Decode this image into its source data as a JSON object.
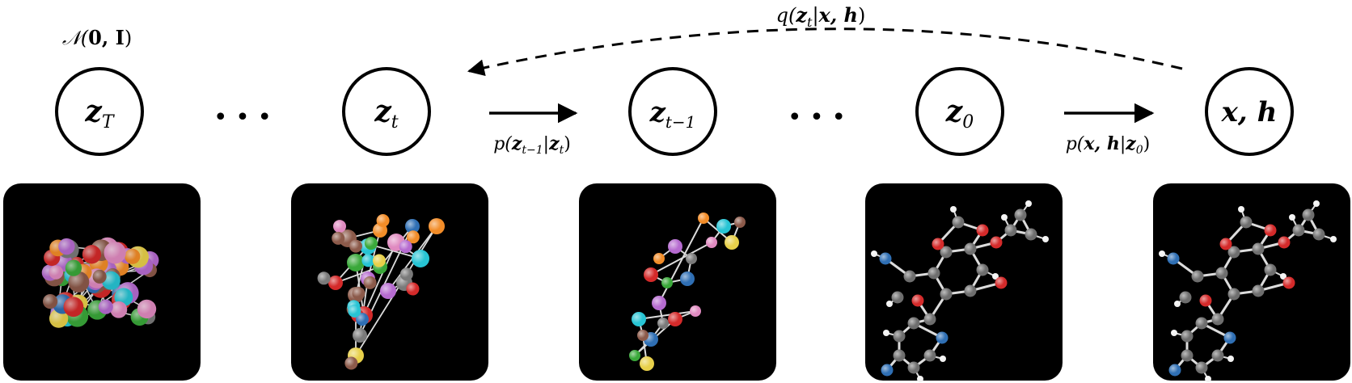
{
  "prior_label": {
    "main": "𝒩(",
    "bold": "0, I",
    "close": ")"
  },
  "forward_process_label": {
    "q": "q(",
    "z": "z",
    "sub": "t",
    "bar": "|",
    "xh": "x, h",
    "close": ")"
  },
  "nodes": [
    {
      "id": "zT",
      "main": "z",
      "sub": "T"
    },
    {
      "id": "zt",
      "main": "z",
      "sub": "t"
    },
    {
      "id": "zt1",
      "main": "z",
      "sub": "t−1"
    },
    {
      "id": "z0",
      "main": "z",
      "sub": "0"
    },
    {
      "id": "xh",
      "main": "x, h",
      "sub": ""
    }
  ],
  "transition_labels": [
    {
      "id": "p_zt1_given_zt",
      "p": "p(",
      "a": "z",
      "a_sub": "t−1",
      "bar": "|",
      "b": "z",
      "b_sub": "t",
      "close": ")"
    },
    {
      "id": "p_xh_given_z0",
      "p": "p(",
      "a": "x, h",
      "a_sub": "",
      "bar": "|",
      "b": "z",
      "b_sub": "0",
      "close": ")"
    }
  ],
  "ellipsis": "• • •",
  "colors": {
    "panel": "#000000",
    "carbon": "#6e6e6e",
    "oxygen": "#d42a2a",
    "nitrogen": "#2f6fb4",
    "hydrogen": "#f2f2f2",
    "noise": [
      "#f28c28",
      "#27c4d4",
      "#3aa83a",
      "#b66bd0",
      "#8c5a4a",
      "#d42a2a",
      "#7a7a7a",
      "#e8d04a",
      "#e08ac0",
      "#2f6fb4"
    ]
  },
  "icons": [
    "molecule-noise-render",
    "molecule-partial-render",
    "molecule-clean-render"
  ]
}
